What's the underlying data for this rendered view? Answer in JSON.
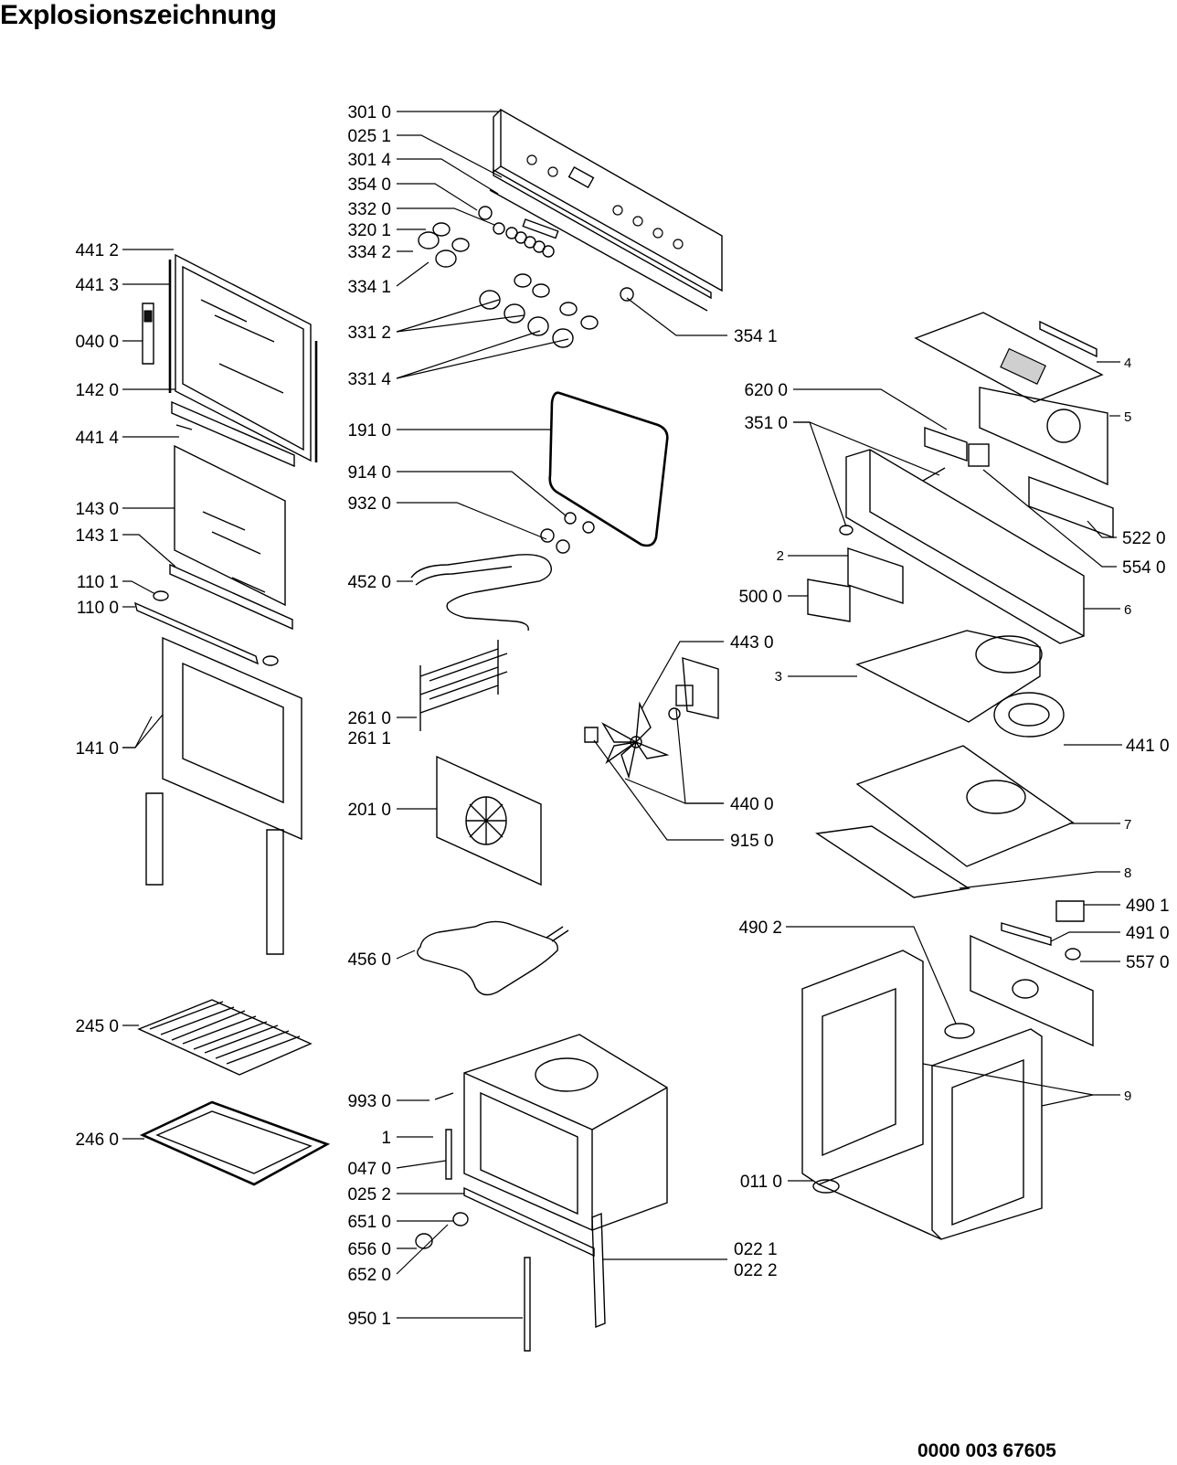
{
  "title": "Explosionszeichnung",
  "doc_number": "0000 003 67605",
  "callouts": [
    "301 0",
    "025 1",
    "301 4",
    "354 0",
    "332 0",
    "320 1",
    "334 2",
    "334 1",
    "331 2",
    "331 4",
    "191 0",
    "914 0",
    "932 0",
    "452 0",
    "261 0",
    "261 1",
    "201 0",
    "456 0",
    "993 0",
    "1",
    "047 0",
    "025 2",
    "651 0",
    "656 0",
    "652 0",
    "950 1",
    "022 1",
    "022 2",
    "441 2",
    "441 3",
    "040 0",
    "142 0",
    "441 4",
    "143 0",
    "143 1",
    "110 1",
    "110 0",
    "141 0",
    "245 0",
    "246 0",
    "354 1",
    "4",
    "620 0",
    "5",
    "351 0",
    "522 0",
    "554 0",
    "2",
    "500 0",
    "6",
    "443 0",
    "3",
    "441 0",
    "440 0",
    "915 0",
    "7",
    "8",
    "490 1",
    "490 2",
    "491 0",
    "557 0",
    "9",
    "011 0"
  ]
}
